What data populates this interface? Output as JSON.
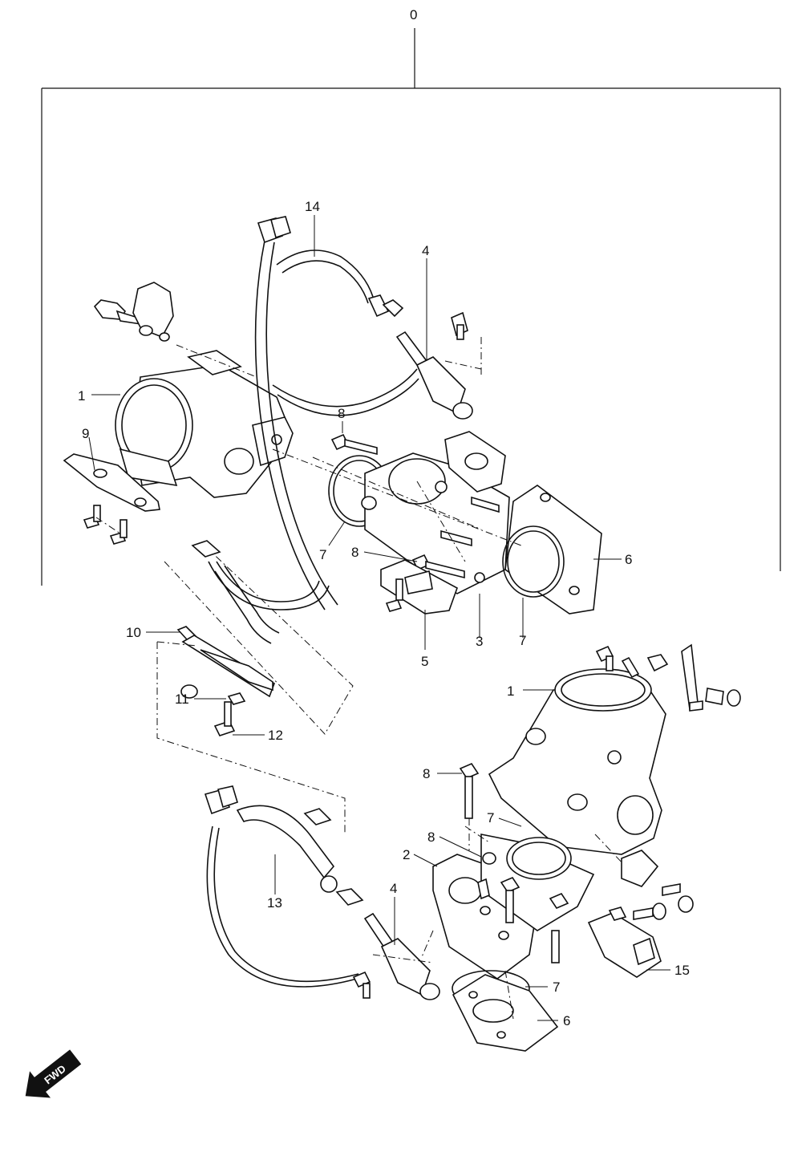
{
  "assembly_label": "0",
  "callouts": [
    {
      "id": "c1a",
      "text": "1"
    },
    {
      "id": "c9",
      "text": "9"
    },
    {
      "id": "c14",
      "text": "14"
    },
    {
      "id": "c4a",
      "text": "4"
    },
    {
      "id": "c8a",
      "text": "8"
    },
    {
      "id": "c7a",
      "text": "7"
    },
    {
      "id": "c8b",
      "text": "8"
    },
    {
      "id": "c6a",
      "text": "6"
    },
    {
      "id": "c5",
      "text": "5"
    },
    {
      "id": "c3",
      "text": "3"
    },
    {
      "id": "c7b",
      "text": "7"
    },
    {
      "id": "c10",
      "text": "10"
    },
    {
      "id": "c11",
      "text": "11"
    },
    {
      "id": "c12",
      "text": "12"
    },
    {
      "id": "c1b",
      "text": "1"
    },
    {
      "id": "c8c",
      "text": "8"
    },
    {
      "id": "c7c",
      "text": "7"
    },
    {
      "id": "c8d",
      "text": "8"
    },
    {
      "id": "c2",
      "text": "2"
    },
    {
      "id": "c13",
      "text": "13"
    },
    {
      "id": "c4b",
      "text": "4"
    },
    {
      "id": "c15",
      "text": "15"
    },
    {
      "id": "c7d",
      "text": "7"
    },
    {
      "id": "c6b",
      "text": "6"
    }
  ],
  "fwd_badge": {
    "text": "FWD",
    "icon": "forward-arrow-icon"
  }
}
